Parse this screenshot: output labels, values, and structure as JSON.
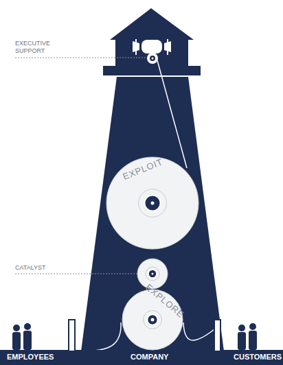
{
  "diagram": {
    "nodes": [
      {
        "text": [
          "EXPLOIT"
        ]
      },
      {
        "text": [
          "EXPLORE"
        ]
      }
    ],
    "labels": [
      "EXECUTIVE SUPPORT",
      "CATALYST",
      "EMPLOYEES",
      "COMPANY",
      "CUSTOMERS"
    ]
  }
}
